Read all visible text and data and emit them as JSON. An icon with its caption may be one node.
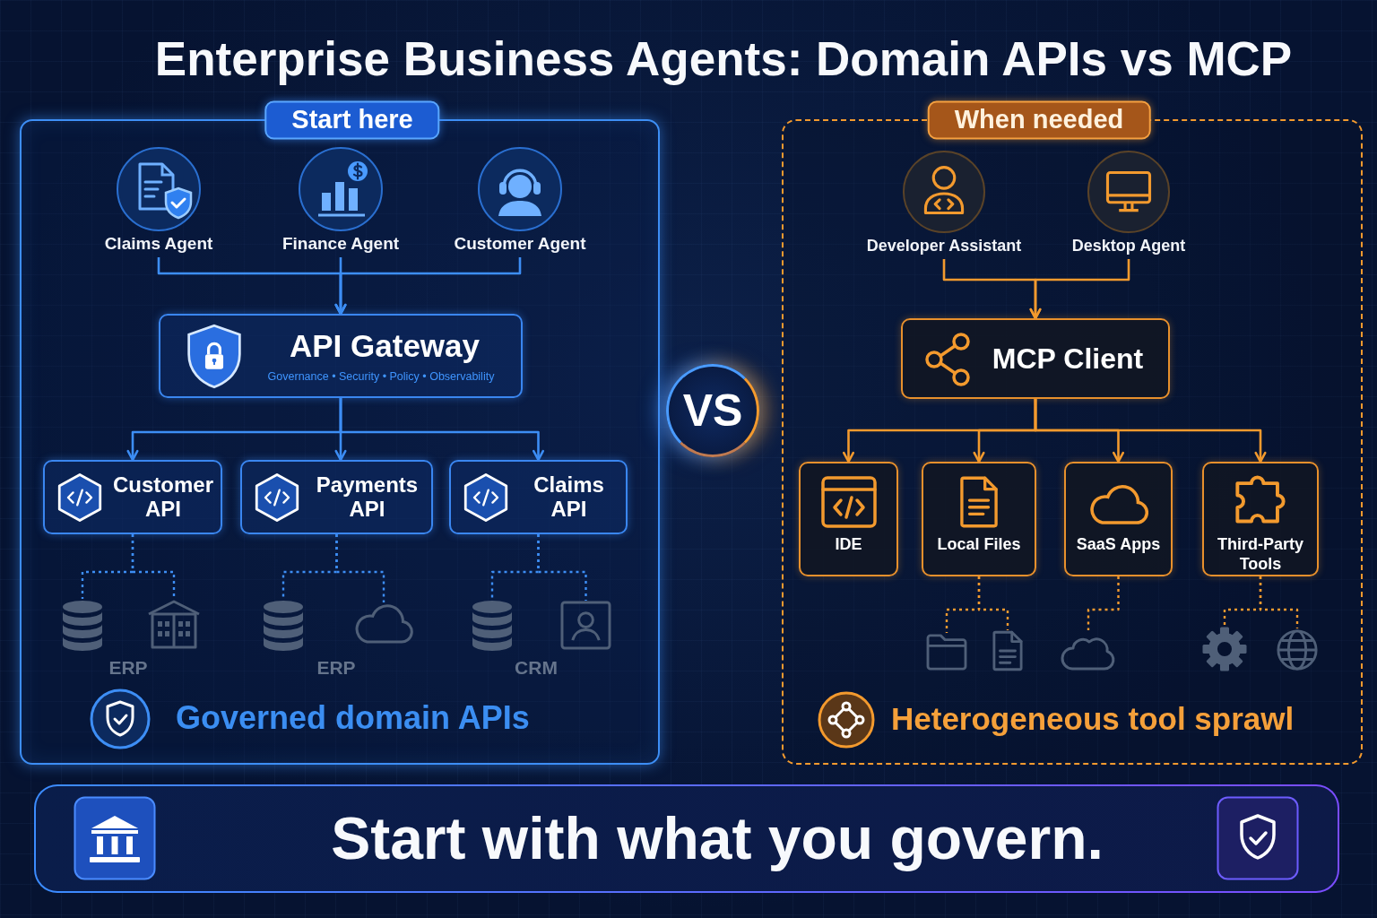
{
  "diagram": {
    "title": "Enterprise Business Agents: Domain APIs vs MCP",
    "nodes": [
      {
        "text": [
          "Start here",
          "Governed domain APIs"
        ]
      },
      {
        "text": [
          "Claims Agent"
        ],
        "in": 0
      },
      {
        "text": [
          "Finance Agent"
        ],
        "in": 0
      },
      {
        "text": [
          "Customer Agent"
        ],
        "in": 0
      },
      {
        "text": [
          "API Gateway",
          "Governance • Security • Policy • Observability"
        ],
        "in": 0
      },
      {
        "text": [
          "Customer API"
        ],
        "in": 0
      },
      {
        "text": [
          "Payments API"
        ],
        "in": 0
      },
      {
        "text": [
          "Claims API"
        ],
        "in": 0
      },
      {
        "text": [],
        "shape": "cylinder",
        "in": 0
      },
      {
        "text": [],
        "shape": "picture",
        "in": 0
      },
      {
        "text": [],
        "shape": "cylinder",
        "in": 0
      },
      {
        "text": [],
        "shape": "cloud",
        "in": 0
      },
      {
        "text": [],
        "shape": "cylinder",
        "in": 0
      },
      {
        "text": [],
        "shape": "person",
        "in": 0
      },
      {
        "text": [
          "When needed",
          "Heterogeneous tool sprawl"
        ]
      },
      {
        "text": [
          "Developer Assistant"
        ],
        "in": 14
      },
      {
        "text": [
          "Desktop Agent"
        ],
        "in": 14
      },
      {
        "text": [
          "MCP Client"
        ],
        "in": 14
      },
      {
        "text": [
          "IDE"
        ],
        "in": 14
      },
      {
        "text": [
          "Local Files"
        ],
        "in": 14
      },
      {
        "text": [
          "SaaS Apps"
        ],
        "in": 14
      },
      {
        "text": [
          "Third-Party Tools"
        ],
        "in": 14
      },
      {
        "text": [],
        "shape": "picture",
        "in": 14
      },
      {
        "text": [],
        "shape": "picture",
        "in": 14
      },
      {
        "text": [],
        "shape": "cloud",
        "in": 14
      },
      {
        "text": [],
        "shape": "picture",
        "in": 14
      },
      {
        "text": [],
        "shape": "picture",
        "in": 14
      },
      {
        "text": [
          "VS"
        ]
      },
      {
        "text": [
          "Start with what you govern."
        ]
      }
    ],
    "edges": [
      {
        "from": 1,
        "to": 4,
        "arrow": "to"
      },
      {
        "from": 2,
        "to": 4,
        "arrow": "to"
      },
      {
        "from": 3,
        "to": 4,
        "arrow": "to"
      },
      {
        "from": 4,
        "to": 5,
        "arrow": "to"
      },
      {
        "from": 4,
        "to": 6,
        "arrow": "to"
      },
      {
        "from": 4,
        "to": 7,
        "arrow": "to"
      },
      {
        "from": 5,
        "to": 8,
        "arrow": "none",
        "style": "dashed"
      },
      {
        "from": 5,
        "to": 9,
        "arrow": "none",
        "style": "dashed"
      },
      {
        "from": 6,
        "to": 10,
        "arrow": "none",
        "style": "dashed"
      },
      {
        "from": 6,
        "to": 11,
        "arrow": "none",
        "style": "dashed"
      },
      {
        "from": 7,
        "to": 12,
        "arrow": "none",
        "style": "dashed"
      },
      {
        "from": 7,
        "to": 13,
        "arrow": "none",
        "style": "dashed"
      },
      {
        "from": 15,
        "to": 17,
        "arrow": "to",
        "color": "#f39a2e"
      },
      {
        "from": 16,
        "to": 17,
        "arrow": "to",
        "color": "#f39a2e"
      },
      {
        "from": 17,
        "to": 18,
        "arrow": "to",
        "color": "#f39a2e"
      },
      {
        "from": 17,
        "to": 19,
        "arrow": "to",
        "color": "#f39a2e"
      },
      {
        "from": 17,
        "to": 20,
        "arrow": "to",
        "color": "#f39a2e"
      },
      {
        "from": 17,
        "to": 21,
        "arrow": "to",
        "color": "#f39a2e"
      },
      {
        "from": 19,
        "to": 22,
        "arrow": "none",
        "style": "dashed",
        "color": "#f39a2e"
      },
      {
        "from": 19,
        "to": 23,
        "arrow": "none",
        "style": "dashed",
        "color": "#f39a2e"
      },
      {
        "from": 20,
        "to": 24,
        "arrow": "none",
        "style": "dashed",
        "color": "#f39a2e"
      },
      {
        "from": 21,
        "to": 25,
        "arrow": "none",
        "style": "dashed",
        "color": "#f39a2e"
      },
      {
        "from": 21,
        "to": 26,
        "arrow": "none",
        "style": "dashed",
        "color": "#f39a2e"
      }
    ],
    "labels": [
      "ERP",
      "ERP",
      "CRM"
    ]
  }
}
